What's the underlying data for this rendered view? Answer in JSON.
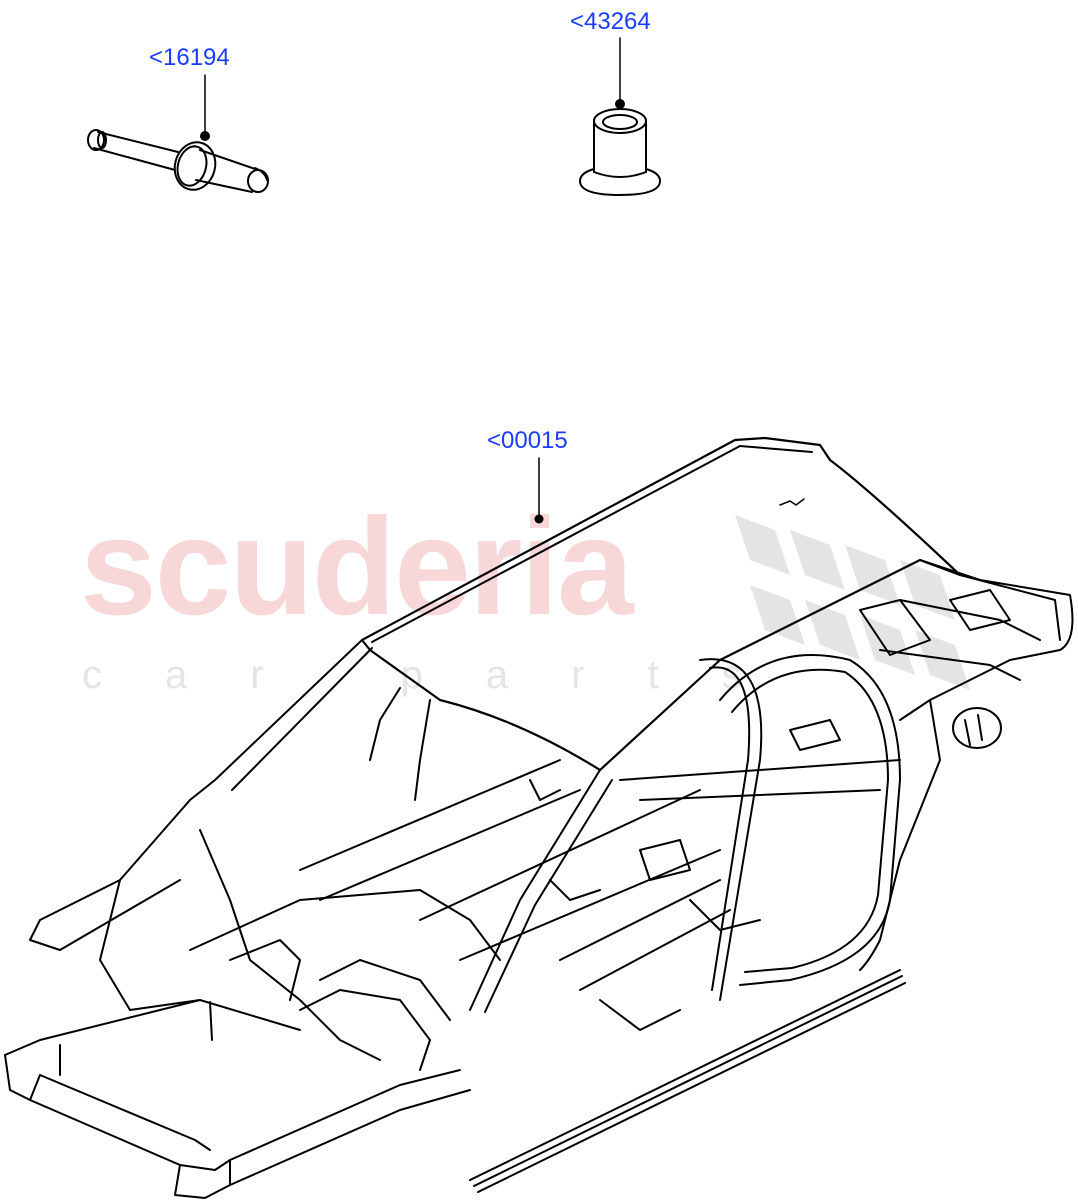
{
  "diagram": {
    "colors": {
      "callout": "#1a3cff",
      "line": "#000000",
      "watermark_main": "#f8d7d9",
      "watermark_sub": "#e5e5e8",
      "checker": "#dcdcdc",
      "background": "#ffffff"
    },
    "watermark": {
      "main": "scuderia",
      "sub": "car parts"
    },
    "callouts": [
      {
        "id": "part-16194",
        "label": "<16194",
        "part": "rivet / pin with collar"
      },
      {
        "id": "part-43264",
        "label": "<43264",
        "part": "flanged sleeve bush"
      },
      {
        "id": "part-00015",
        "label": "<00015",
        "part": "body shell (body in white)"
      }
    ]
  }
}
